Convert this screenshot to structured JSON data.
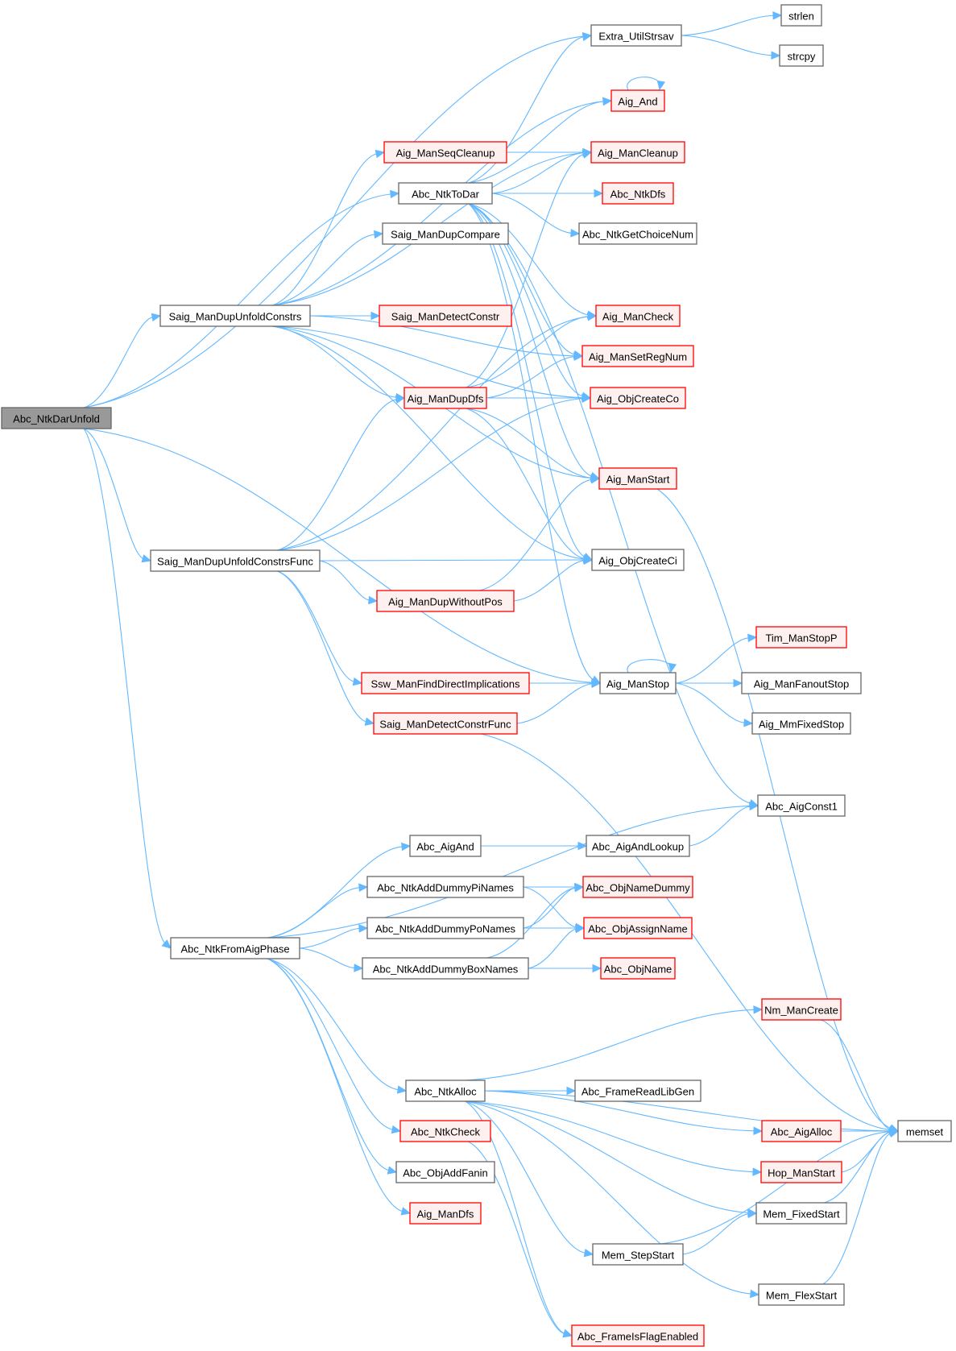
{
  "diagram": {
    "type": "call-graph",
    "colors": {
      "edge": "#63b8ff",
      "root_fill": "#999999",
      "red_border": "#ff0000",
      "red_fill": "#fff0f0",
      "normal_border": "#666666"
    },
    "nodes": [
      {
        "id": "Abc_NtkDarUnfold",
        "label": "Abc_NtkDarUnfold",
        "style": "root"
      },
      {
        "id": "Extra_UtilStrsav",
        "label": "Extra_UtilStrsav",
        "style": "normal"
      },
      {
        "id": "strlen",
        "label": "strlen",
        "style": "normal"
      },
      {
        "id": "strcpy",
        "label": "strcpy",
        "style": "normal"
      },
      {
        "id": "Aig_And",
        "label": "Aig_And",
        "style": "red"
      },
      {
        "id": "Aig_ManSeqCleanup",
        "label": "Aig_ManSeqCleanup",
        "style": "red"
      },
      {
        "id": "Aig_ManCleanup",
        "label": "Aig_ManCleanup",
        "style": "red"
      },
      {
        "id": "Abc_NtkToDar",
        "label": "Abc_NtkToDar",
        "style": "normal"
      },
      {
        "id": "Abc_NtkDfs",
        "label": "Abc_NtkDfs",
        "style": "red"
      },
      {
        "id": "Abc_NtkGetChoiceNum",
        "label": "Abc_NtkGetChoiceNum",
        "style": "normal"
      },
      {
        "id": "Saig_ManDupCompare",
        "label": "Saig_ManDupCompare",
        "style": "normal"
      },
      {
        "id": "Saig_ManDupUnfoldConstrs",
        "label": "Saig_ManDupUnfoldConstrs",
        "style": "normal"
      },
      {
        "id": "Saig_ManDetectConstr",
        "label": "Saig_ManDetectConstr",
        "style": "red"
      },
      {
        "id": "Aig_ManCheck",
        "label": "Aig_ManCheck",
        "style": "red"
      },
      {
        "id": "Aig_ManSetRegNum",
        "label": "Aig_ManSetRegNum",
        "style": "red"
      },
      {
        "id": "Aig_ManDupDfs",
        "label": "Aig_ManDupDfs",
        "style": "red"
      },
      {
        "id": "Aig_ObjCreateCo",
        "label": "Aig_ObjCreateCo",
        "style": "red"
      },
      {
        "id": "Aig_ManStart",
        "label": "Aig_ManStart",
        "style": "red"
      },
      {
        "id": "Saig_ManDupUnfoldConstrsFunc",
        "label": "Saig_ManDupUnfoldConstrsFunc",
        "style": "normal"
      },
      {
        "id": "Aig_ObjCreateCi",
        "label": "Aig_ObjCreateCi",
        "style": "normal"
      },
      {
        "id": "Aig_ManDupWithoutPos",
        "label": "Aig_ManDupWithoutPos",
        "style": "red"
      },
      {
        "id": "Tim_ManStopP",
        "label": "Tim_ManStopP",
        "style": "red"
      },
      {
        "id": "Ssw_ManFindDirectImplications",
        "label": "Ssw_ManFindDirectImplications",
        "style": "red"
      },
      {
        "id": "Aig_ManStop",
        "label": "Aig_ManStop",
        "style": "normal"
      },
      {
        "id": "Aig_ManFanoutStop",
        "label": "Aig_ManFanoutStop",
        "style": "normal"
      },
      {
        "id": "Saig_ManDetectConstrFunc",
        "label": "Saig_ManDetectConstrFunc",
        "style": "red"
      },
      {
        "id": "Aig_MmFixedStop",
        "label": "Aig_MmFixedStop",
        "style": "normal"
      },
      {
        "id": "Abc_AigConst1",
        "label": "Abc_AigConst1",
        "style": "normal"
      },
      {
        "id": "Abc_AigAnd",
        "label": "Abc_AigAnd",
        "style": "normal"
      },
      {
        "id": "Abc_AigAndLookup",
        "label": "Abc_AigAndLookup",
        "style": "normal"
      },
      {
        "id": "Abc_NtkAddDummyPiNames",
        "label": "Abc_NtkAddDummyPiNames",
        "style": "normal"
      },
      {
        "id": "Abc_ObjNameDummy",
        "label": "Abc_ObjNameDummy",
        "style": "red"
      },
      {
        "id": "Abc_NtkAddDummyPoNames",
        "label": "Abc_NtkAddDummyPoNames",
        "style": "normal"
      },
      {
        "id": "Abc_ObjAssignName",
        "label": "Abc_ObjAssignName",
        "style": "red"
      },
      {
        "id": "Abc_NtkFromAigPhase",
        "label": "Abc_NtkFromAigPhase",
        "style": "normal"
      },
      {
        "id": "Abc_NtkAddDummyBoxNames",
        "label": "Abc_NtkAddDummyBoxNames",
        "style": "normal"
      },
      {
        "id": "Abc_ObjName",
        "label": "Abc_ObjName",
        "style": "red"
      },
      {
        "id": "Nm_ManCreate",
        "label": "Nm_ManCreate",
        "style": "red"
      },
      {
        "id": "Abc_NtkAlloc",
        "label": "Abc_NtkAlloc",
        "style": "normal"
      },
      {
        "id": "Abc_FrameReadLibGen",
        "label": "Abc_FrameReadLibGen",
        "style": "normal"
      },
      {
        "id": "Abc_NtkCheck",
        "label": "Abc_NtkCheck",
        "style": "red"
      },
      {
        "id": "Abc_AigAlloc",
        "label": "Abc_AigAlloc",
        "style": "red"
      },
      {
        "id": "memset",
        "label": "memset",
        "style": "normal"
      },
      {
        "id": "Abc_ObjAddFanin",
        "label": "Abc_ObjAddFanin",
        "style": "normal"
      },
      {
        "id": "Hop_ManStart",
        "label": "Hop_ManStart",
        "style": "red"
      },
      {
        "id": "Aig_ManDfs",
        "label": "Aig_ManDfs",
        "style": "red"
      },
      {
        "id": "Mem_FixedStart",
        "label": "Mem_FixedStart",
        "style": "normal"
      },
      {
        "id": "Mem_StepStart",
        "label": "Mem_StepStart",
        "style": "normal"
      },
      {
        "id": "Mem_FlexStart",
        "label": "Mem_FlexStart",
        "style": "normal"
      },
      {
        "id": "Abc_FrameIsFlagEnabled",
        "label": "Abc_FrameIsFlagEnabled",
        "style": "red"
      }
    ],
    "edges": [
      [
        "Abc_NtkDarUnfold",
        "Extra_UtilStrsav"
      ],
      [
        "Abc_NtkDarUnfold",
        "Abc_NtkToDar"
      ],
      [
        "Abc_NtkDarUnfold",
        "Saig_ManDupUnfoldConstrs"
      ],
      [
        "Abc_NtkDarUnfold",
        "Saig_ManDupUnfoldConstrsFunc"
      ],
      [
        "Abc_NtkDarUnfold",
        "Aig_ManStop"
      ],
      [
        "Abc_NtkDarUnfold",
        "Abc_NtkFromAigPhase"
      ],
      [
        "Extra_UtilStrsav",
        "strlen"
      ],
      [
        "Extra_UtilStrsav",
        "strcpy"
      ],
      [
        "Aig_And",
        "Aig_And"
      ],
      [
        "Aig_ManSeqCleanup",
        "Aig_ManCleanup"
      ],
      [
        "Abc_NtkToDar",
        "Extra_UtilStrsav"
      ],
      [
        "Abc_NtkToDar",
        "Aig_And"
      ],
      [
        "Abc_NtkToDar",
        "Aig_ManCleanup"
      ],
      [
        "Abc_NtkToDar",
        "Abc_NtkDfs"
      ],
      [
        "Abc_NtkToDar",
        "Abc_NtkGetChoiceNum"
      ],
      [
        "Abc_NtkToDar",
        "Aig_ManCheck"
      ],
      [
        "Abc_NtkToDar",
        "Aig_ManSetRegNum"
      ],
      [
        "Abc_NtkToDar",
        "Aig_ObjCreateCo"
      ],
      [
        "Abc_NtkToDar",
        "Aig_ManStart"
      ],
      [
        "Abc_NtkToDar",
        "Aig_ObjCreateCi"
      ],
      [
        "Abc_NtkToDar",
        "Aig_ManStop"
      ],
      [
        "Abc_NtkToDar",
        "Abc_AigConst1"
      ],
      [
        "Saig_ManDupUnfoldConstrs",
        "Aig_And"
      ],
      [
        "Saig_ManDupUnfoldConstrs",
        "Aig_ManCleanup"
      ],
      [
        "Saig_ManDupUnfoldConstrs",
        "Aig_ManSeqCleanup"
      ],
      [
        "Saig_ManDupUnfoldConstrs",
        "Saig_ManDupCompare"
      ],
      [
        "Saig_ManDupUnfoldConstrs",
        "Saig_ManDetectConstr"
      ],
      [
        "Saig_ManDupUnfoldConstrs",
        "Aig_ManSetRegNum"
      ],
      [
        "Saig_ManDupUnfoldConstrs",
        "Aig_ManDupDfs"
      ],
      [
        "Saig_ManDupUnfoldConstrs",
        "Aig_ObjCreateCo"
      ],
      [
        "Saig_ManDupUnfoldConstrs",
        "Aig_ManStart"
      ],
      [
        "Saig_ManDupUnfoldConstrs",
        "Aig_ObjCreateCi"
      ],
      [
        "Aig_ManDupDfs",
        "Aig_ManCleanup"
      ],
      [
        "Aig_ManDupDfs",
        "Aig_ManCheck"
      ],
      [
        "Aig_ManDupDfs",
        "Aig_ManSetRegNum"
      ],
      [
        "Aig_ManDupDfs",
        "Aig_ObjCreateCo"
      ],
      [
        "Aig_ManDupDfs",
        "Aig_ManStart"
      ],
      [
        "Aig_ManDupDfs",
        "Aig_ObjCreateCi"
      ],
      [
        "Aig_ManStart",
        "memset"
      ],
      [
        "Saig_ManDupUnfoldConstrsFunc",
        "Aig_ManDupDfs"
      ],
      [
        "Saig_ManDupUnfoldConstrsFunc",
        "Aig_ManCheck"
      ],
      [
        "Saig_ManDupUnfoldConstrsFunc",
        "Aig_ObjCreateCo"
      ],
      [
        "Saig_ManDupUnfoldConstrsFunc",
        "Aig_ManDupWithoutPos"
      ],
      [
        "Saig_ManDupUnfoldConstrsFunc",
        "Aig_ObjCreateCi"
      ],
      [
        "Saig_ManDupUnfoldConstrsFunc",
        "Ssw_ManFindDirectImplications"
      ],
      [
        "Saig_ManDupUnfoldConstrsFunc",
        "Saig_ManDetectConstrFunc"
      ],
      [
        "Aig_ManDupWithoutPos",
        "Aig_ManStart"
      ],
      [
        "Aig_ManDupWithoutPos",
        "Aig_ObjCreateCi"
      ],
      [
        "Ssw_ManFindDirectImplications",
        "Aig_ManStop"
      ],
      [
        "Saig_ManDetectConstrFunc",
        "Aig_ManStop"
      ],
      [
        "Saig_ManDetectConstrFunc",
        "memset"
      ],
      [
        "Aig_ManStop",
        "Aig_ManStop"
      ],
      [
        "Aig_ManStop",
        "Tim_ManStopP"
      ],
      [
        "Aig_ManStop",
        "Aig_ManFanoutStop"
      ],
      [
        "Aig_ManStop",
        "Aig_MmFixedStop"
      ],
      [
        "Abc_NtkFromAigPhase",
        "Abc_AigConst1"
      ],
      [
        "Abc_NtkFromAigPhase",
        "Abc_AigAnd"
      ],
      [
        "Abc_NtkFromAigPhase",
        "Abc_NtkAddDummyPiNames"
      ],
      [
        "Abc_NtkFromAigPhase",
        "Abc_NtkAddDummyPoNames"
      ],
      [
        "Abc_NtkFromAigPhase",
        "Abc_NtkAddDummyBoxNames"
      ],
      [
        "Abc_NtkFromAigPhase",
        "Abc_NtkAlloc"
      ],
      [
        "Abc_NtkFromAigPhase",
        "Abc_NtkCheck"
      ],
      [
        "Abc_NtkFromAigPhase",
        "Abc_ObjAddFanin"
      ],
      [
        "Abc_NtkFromAigPhase",
        "Aig_ManDfs"
      ],
      [
        "Abc_AigAnd",
        "Abc_AigAndLookup"
      ],
      [
        "Abc_AigAndLookup",
        "Abc_AigConst1"
      ],
      [
        "Abc_NtkAddDummyPiNames",
        "Abc_ObjNameDummy"
      ],
      [
        "Abc_NtkAddDummyPiNames",
        "Abc_ObjAssignName"
      ],
      [
        "Abc_NtkAddDummyPoNames",
        "Abc_ObjNameDummy"
      ],
      [
        "Abc_NtkAddDummyPoNames",
        "Abc_ObjAssignName"
      ],
      [
        "Abc_NtkAddDummyBoxNames",
        "Abc_ObjNameDummy"
      ],
      [
        "Abc_NtkAddDummyBoxNames",
        "Abc_ObjAssignName"
      ],
      [
        "Abc_NtkAddDummyBoxNames",
        "Abc_ObjName"
      ],
      [
        "Abc_NtkAlloc",
        "Nm_ManCreate"
      ],
      [
        "Abc_NtkAlloc",
        "memset"
      ],
      [
        "Abc_NtkAlloc",
        "Abc_FrameReadLibGen"
      ],
      [
        "Abc_NtkAlloc",
        "Abc_AigAlloc"
      ],
      [
        "Abc_NtkAlloc",
        "Hop_ManStart"
      ],
      [
        "Abc_NtkAlloc",
        "Mem_FixedStart"
      ],
      [
        "Abc_NtkAlloc",
        "Mem_StepStart"
      ],
      [
        "Abc_NtkAlloc",
        "Mem_FlexStart"
      ],
      [
        "Abc_NtkAlloc",
        "Abc_FrameIsFlagEnabled"
      ],
      [
        "Abc_NtkCheck",
        "Abc_FrameIsFlagEnabled"
      ],
      [
        "Nm_ManCreate",
        "memset"
      ],
      [
        "Abc_AigAlloc",
        "memset"
      ],
      [
        "Hop_ManStart",
        "memset"
      ],
      [
        "Mem_FixedStart",
        "memset"
      ],
      [
        "Mem_StepStart",
        "Mem_FixedStart"
      ],
      [
        "Mem_StepStart",
        "memset"
      ],
      [
        "Mem_FlexStart",
        "memset"
      ]
    ]
  }
}
